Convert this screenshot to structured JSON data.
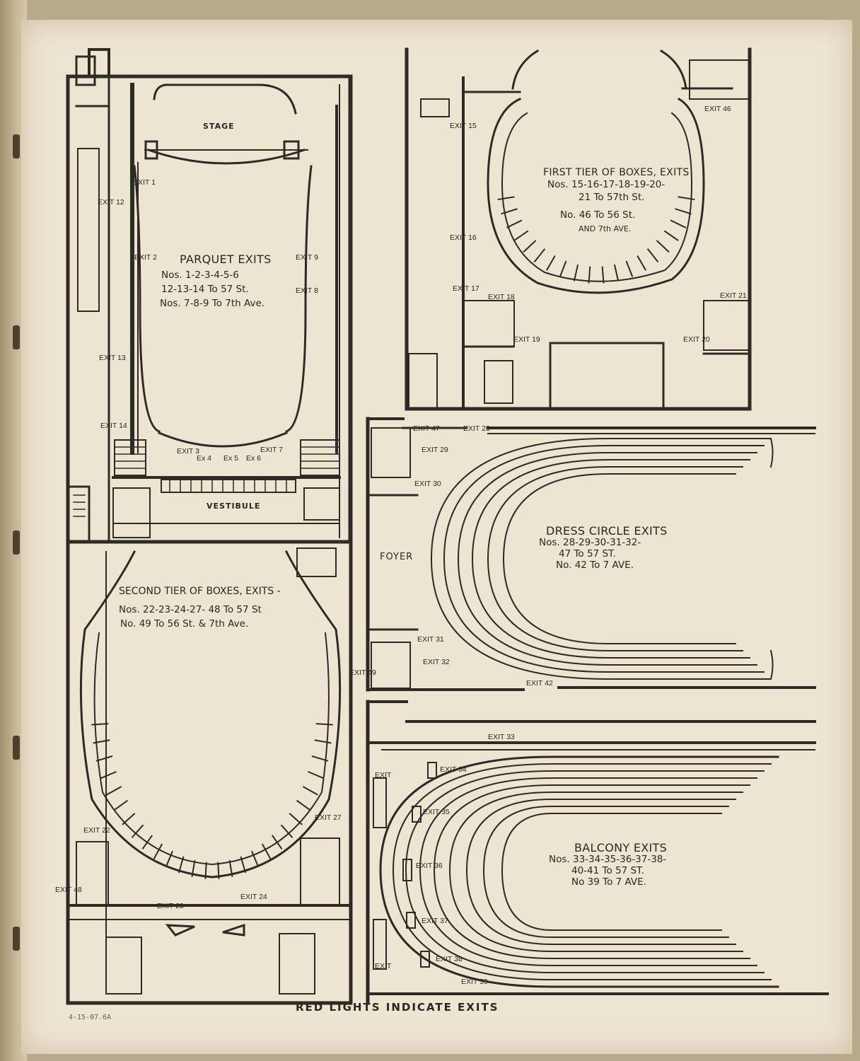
{
  "caption": "RED LIGHTS INDICATE EXITS",
  "archive_note": "4-15-07.6A",
  "parquet": {
    "stage": "STAGE",
    "vestibule": "VESTIBULE",
    "title": "PARQUET EXITS",
    "lines": [
      "Nos. 1-2-3-4-5-6",
      "12-13-14 To 57 St.",
      "Nos. 7-8-9 To 7th Ave."
    ],
    "exits": [
      "EXIT 1",
      "EXIT 12",
      "EXIT 2",
      "EXIT 9",
      "EXIT 8",
      "EXIT 13",
      "EXIT 14",
      "EXIT 3",
      "Ex 4",
      "Ex 5",
      "Ex 6",
      "EXIT 7"
    ]
  },
  "first_tier": {
    "title": "FIRST TIER OF BOXES, EXITS",
    "lines": [
      "Nos. 15-16-17-18-19-20-",
      "21 To 57th St.",
      "No. 46 To 56 St.",
      "AND 7th AVE."
    ],
    "exits": [
      "EXIT 15",
      "EXIT 16",
      "EXIT 17",
      "EXIT 18",
      "EXIT 19",
      "EXIT 46",
      "EXIT 21",
      "EXIT 20"
    ]
  },
  "second_tier": {
    "title": "SECOND TIER OF BOXES, EXITS -",
    "lines": [
      "Nos. 22-23-24-27- 48 To 57 St",
      "No. 49 To 56 St. & 7th Ave."
    ],
    "exits": [
      "EXIT 22",
      "EXIT 27",
      "EXIT 48",
      "EXIT 23",
      "EXIT 24",
      "EXIT 49"
    ]
  },
  "dress_circle": {
    "foyer": "FOYER",
    "title": "DRESS CIRCLE EXITS",
    "lines": [
      "Nos. 28-29-30-31-32-",
      "47 To 57 ST.",
      "No. 42 To 7 AVE."
    ],
    "exits": [
      "EXIT 47",
      "EXIT 28",
      "EXIT 29",
      "EXIT 30",
      "EXIT 31",
      "EXIT 32",
      "EXIT 42"
    ]
  },
  "balcony": {
    "title": "BALCONY EXITS",
    "lines": [
      "Nos. 33-34-35-36-37-38-",
      "40-41 To 57 ST.",
      "No 39 To 7 AVE."
    ],
    "exits": [
      "EXIT 33",
      "EXIT",
      "EXIT 34",
      "EXIT 35",
      "EXIT 36",
      "EXIT 37",
      "EXIT 38",
      "EXIT",
      "EXIT 39"
    ]
  }
}
